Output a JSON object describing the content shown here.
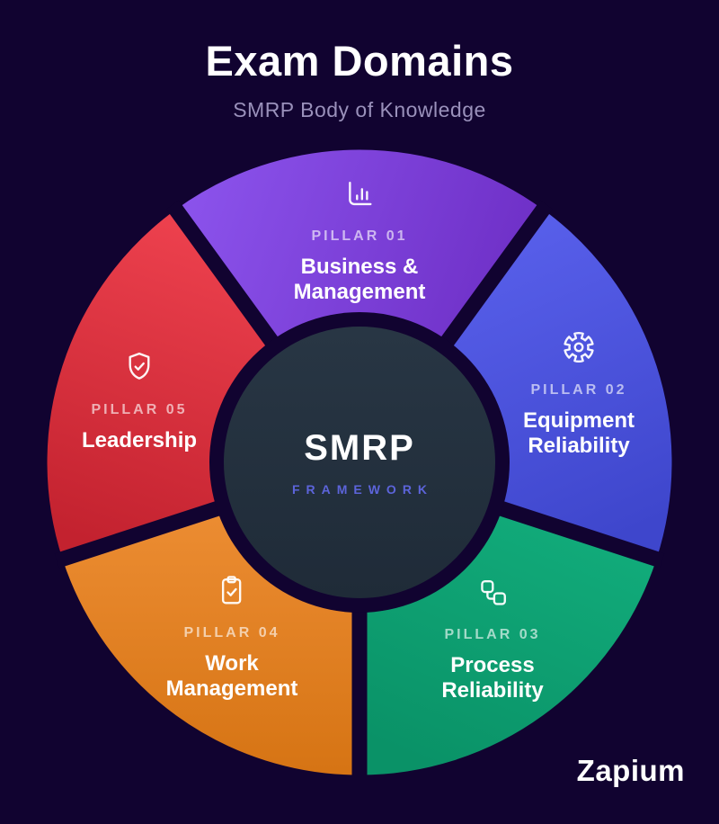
{
  "header": {
    "title": "Exam Domains",
    "subtitle": "SMRP Body of Knowledge"
  },
  "center": {
    "title": "SMRP",
    "subtitle": "FRAMEWORK"
  },
  "pillars": [
    {
      "label": "PILLAR 01",
      "name": "Business &\nManagement",
      "icon": "bar-chart-icon",
      "color_start": "#8d55ee",
      "color_end": "#6e2fc6"
    },
    {
      "label": "PILLAR 02",
      "name": "Equipment\nReliability",
      "icon": "gear-icon",
      "color_start": "#5b62ee",
      "color_end": "#3e46cc"
    },
    {
      "label": "PILLAR 03",
      "name": "Process\nReliability",
      "icon": "workflow-icon",
      "color_start": "#13b07e",
      "color_end": "#0a9267"
    },
    {
      "label": "PILLAR 04",
      "name": "Work\nManagement",
      "icon": "clipboard-check-icon",
      "color_start": "#f09138",
      "color_end": "#d67414"
    },
    {
      "label": "PILLAR 05",
      "name": "Leadership",
      "icon": "shield-check-icon",
      "color_start": "#f04350",
      "color_end": "#c3222f"
    }
  ],
  "branding": {
    "logo": "Zapium"
  },
  "colors": {
    "background": "#110330",
    "hub_fill": "#232f3d",
    "hub_subtitle": "#5c64da",
    "pillar_label_tint": "rgba(255,255,255,0.62)"
  }
}
